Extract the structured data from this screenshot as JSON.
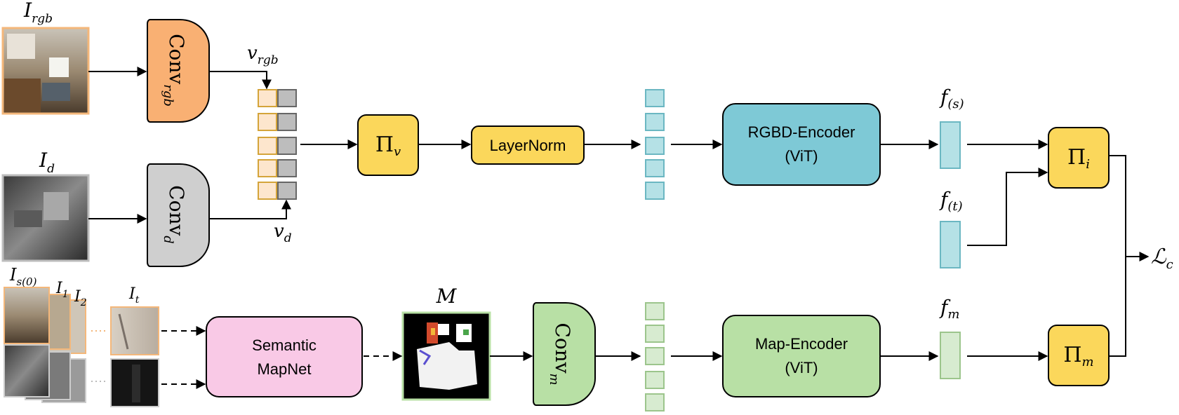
{
  "images": {
    "rgb_label": "I",
    "rgb_sub": "rgb",
    "depth_label": "I",
    "depth_sub": "d",
    "seq_s0": "I",
    "seq_s0_sub": "s(0)",
    "seq_1": "I",
    "seq_1_sub": "1",
    "seq_2": "I",
    "seq_2_sub": "2",
    "seq_t": "I",
    "seq_t_sub": "t",
    "map_label": "M"
  },
  "convs": {
    "rgb": {
      "main": "Conv",
      "sub": "rgb"
    },
    "depth": {
      "main": "Conv",
      "sub": "d"
    },
    "map": {
      "main": "Conv",
      "sub": "m"
    }
  },
  "vectors": {
    "v_rgb": "v",
    "v_rgb_sub": "rgb",
    "v_d": "v",
    "v_d_sub": "d"
  },
  "blocks": {
    "pi_v": "Π",
    "pi_v_sub": "v",
    "layernorm": "LayerNorm",
    "rgbd_line1": "RGBD-Encoder",
    "rgbd_line2": "(ViT)",
    "semantic_line1": "Semantic",
    "semantic_line2": "MapNet",
    "map_line1": "Map-Encoder",
    "map_line2": "(ViT)",
    "pi_i": "Π",
    "pi_i_sub": "i",
    "pi_m": "Π",
    "pi_m_sub": "m"
  },
  "features": {
    "f_s": "f",
    "f_s_sub": "(s)",
    "f_t": "f",
    "f_t_sub": "(t)",
    "f_m": "f",
    "f_m_sub": "m"
  },
  "loss": {
    "main": "ℒ",
    "sub": "c"
  },
  "colors": {
    "orange": "#f9b073",
    "gray": "#cfcfcf",
    "yellow": "#fbd75b",
    "blue": "#7ec9d6",
    "pink": "#f9c9e6",
    "green": "#b8e0a5",
    "token_blue": "#b5e1e6",
    "token_green": "#d7ebd0",
    "token_orange": "#fde6cd"
  }
}
